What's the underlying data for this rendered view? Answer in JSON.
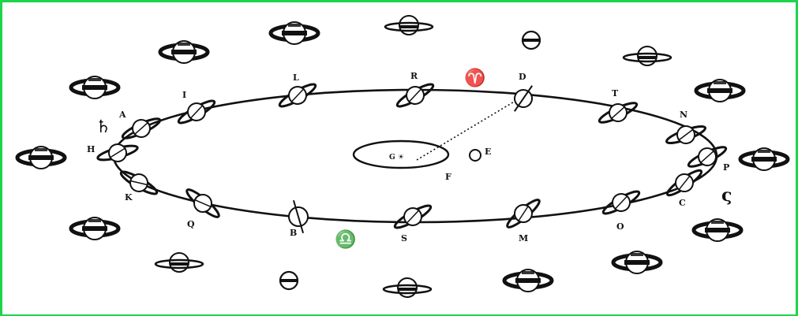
{
  "figure": {
    "orbit_labels": [
      "I",
      "L",
      "R",
      "D",
      "T",
      "N",
      "A",
      "H",
      "K",
      "Q",
      "B",
      "S",
      "M",
      "O",
      "C",
      "P"
    ],
    "zodiac_symbols": [
      "♈",
      "♎"
    ],
    "extra_glyph": "ς",
    "center_label": "G ☀",
    "earth_labels": [
      "E",
      "F"
    ],
    "border_color": "#1fd44a",
    "ink_color": "#111111"
  }
}
